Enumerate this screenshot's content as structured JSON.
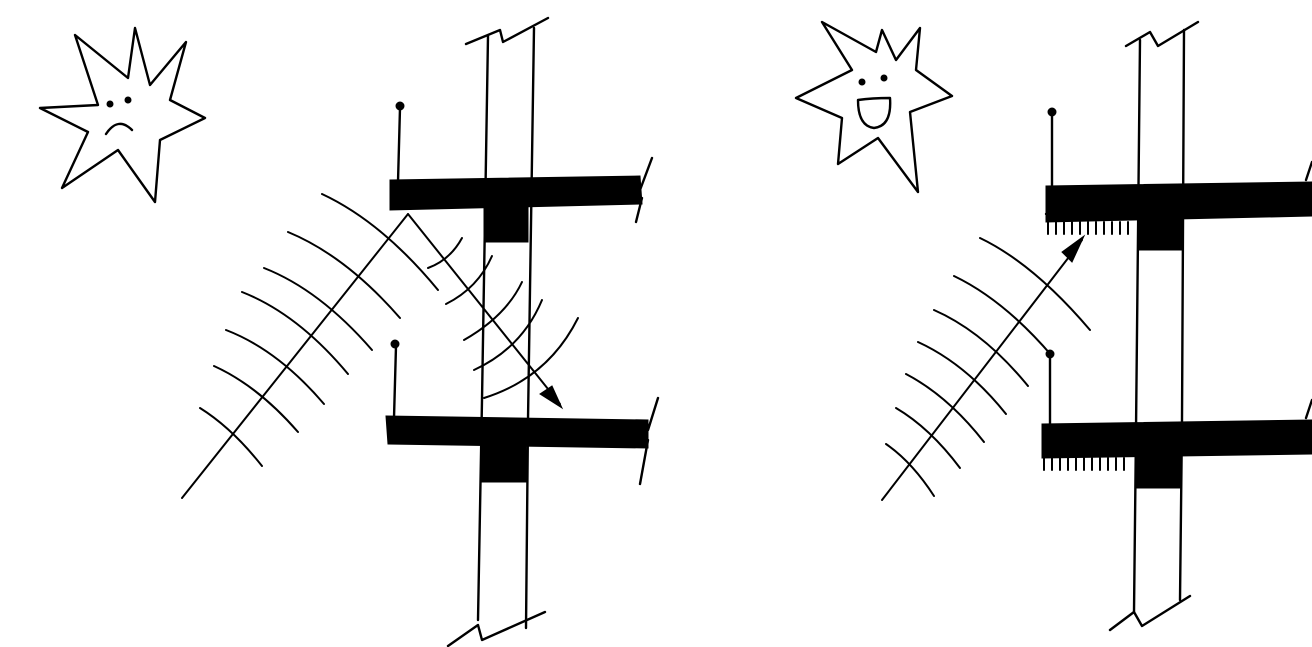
{
  "diagram": {
    "panels": [
      {
        "id": "left",
        "character_mood": "sad",
        "character_icon": "sad-star-face-icon",
        "shelves_have_fringe": false,
        "sound_reflects": true,
        "ink_color": "#000000"
      },
      {
        "id": "right",
        "character_mood": "happy",
        "character_icon": "happy-star-face-icon",
        "shelves_have_fringe": true,
        "sound_reflects": false,
        "ink_color": "#000000"
      }
    ],
    "background_color": "#ffffff"
  }
}
